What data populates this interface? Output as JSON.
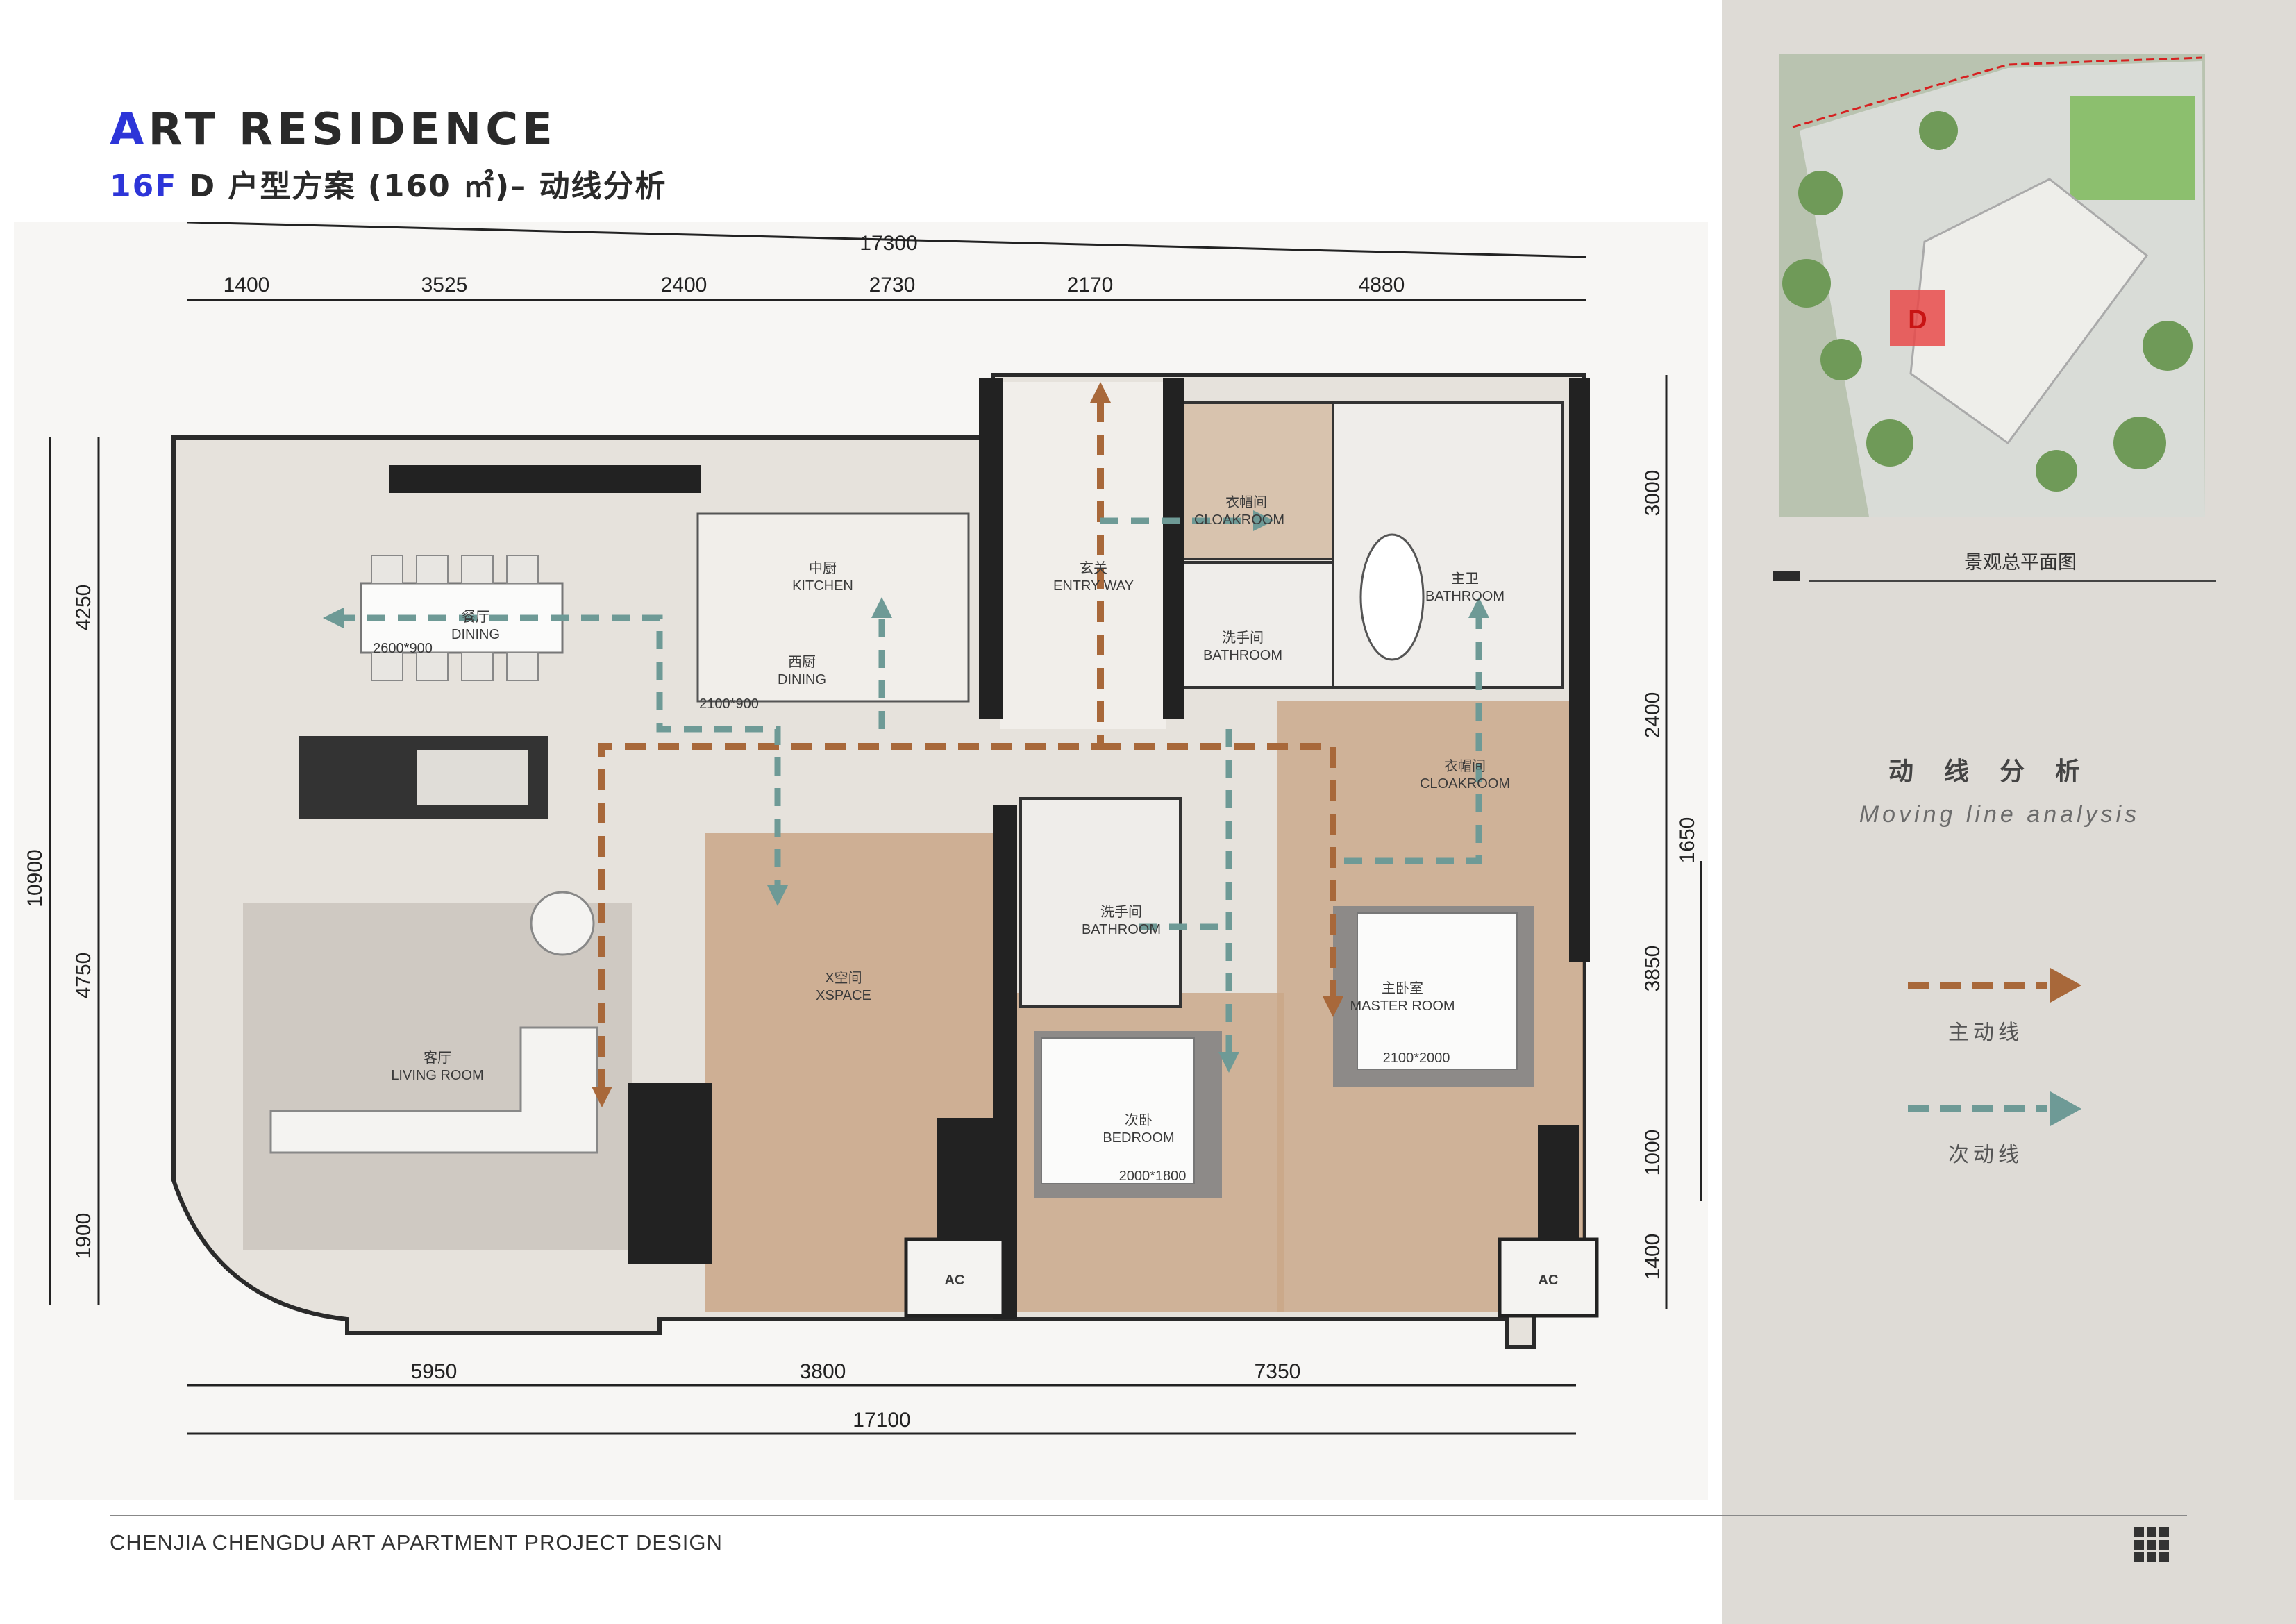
{
  "header": {
    "title_first": "A",
    "title_rest": "RT RESIDENCE",
    "subtitle_floor": "16F",
    "subtitle_rest": " D 户型方案 (160 ㎡)– 动线分析"
  },
  "sidebar": {
    "site_caption": "景观总平面图",
    "site_marker": "D",
    "analysis_title_cn": "动线分析",
    "analysis_title_en": "Moving line analysis",
    "legend": [
      {
        "label": "主动线",
        "color": "#a8683a"
      },
      {
        "label": "次动线",
        "color": "#6e9a96"
      }
    ]
  },
  "footer": {
    "text": "CHENJIA CHENGDU ART APARTMENT PROJECT DESIGN"
  },
  "dimensions": {
    "top_total": "17300",
    "top_segments": [
      "1400",
      "3525",
      "2400",
      "2730",
      "2170",
      "4880"
    ],
    "bottom_total": "17100",
    "bottom_segments": [
      "5950",
      "3800",
      "7350"
    ],
    "left_total": "10900",
    "left_segments": [
      "4250",
      "4750",
      "1900"
    ],
    "right_segments": [
      "3000",
      "2400",
      "3850",
      "1000",
      "1400"
    ],
    "right_extra": "1650"
  },
  "rooms": {
    "dining": {
      "cn": "餐厅",
      "en": "DINING",
      "note": "2600*900"
    },
    "kitchen": {
      "cn": "中厨",
      "en": "KITCHEN"
    },
    "west_kitchen": {
      "cn": "西厨",
      "en": "DINING",
      "note": "2100*900"
    },
    "entryway": {
      "cn": "玄关",
      "en": "ENTRY WAY"
    },
    "cloakroom1": {
      "cn": "衣帽间",
      "en": "CLOAKROOM"
    },
    "bathroom1": {
      "cn": "洗手间",
      "en": "BATHROOM"
    },
    "master_bath": {
      "cn": "主卫",
      "en": "BATHROOM"
    },
    "cloakroom2": {
      "cn": "衣帽间",
      "en": "CLOAKROOM"
    },
    "living": {
      "cn": "客厅",
      "en": "LIVING ROOM"
    },
    "xspace": {
      "cn": "X空间",
      "en": "XSPACE"
    },
    "bathroom2": {
      "cn": "洗手间",
      "en": "BATHROOM"
    },
    "bedroom": {
      "cn": "次卧",
      "en": "BEDROOM",
      "note": "2000*1800"
    },
    "master": {
      "cn": "主卧室",
      "en": "MASTER ROOM",
      "note": "2100*2000"
    },
    "ac1": "AC",
    "ac2": "AC"
  }
}
